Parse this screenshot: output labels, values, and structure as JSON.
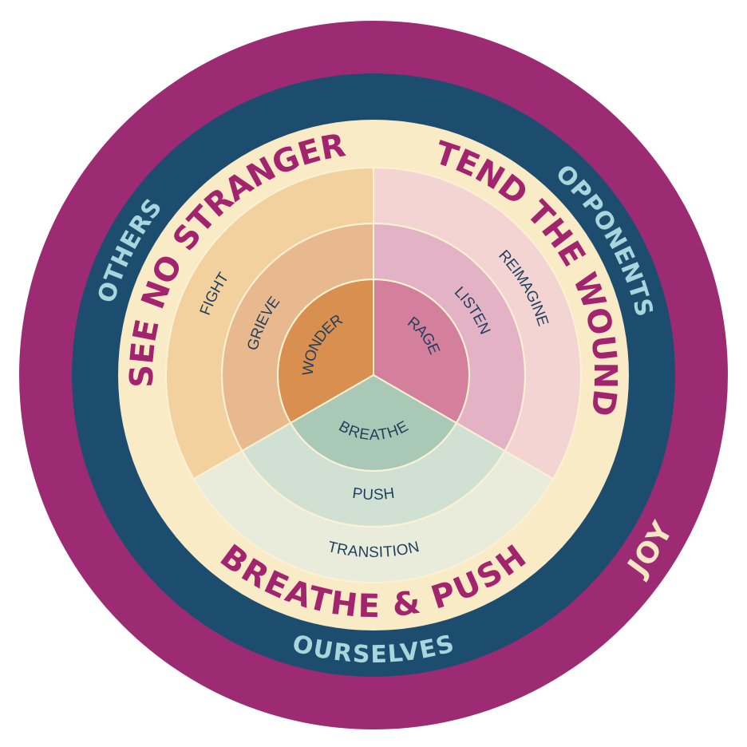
{
  "outer_ring": {
    "label": "JOY",
    "color": "#9c2b74",
    "text_color": "#f6e6c4"
  },
  "middle_ring": {
    "labels": {
      "others": "OTHERS",
      "opponents": "OPPONENTS",
      "ourselves": "OURSELVES"
    },
    "color": "#1c4d6e",
    "text_color": "#a9d5dc"
  },
  "inner_ring": {
    "labels": {
      "see": "SEE NO STRANGER",
      "tend": "TEND THE WOUND",
      "breathe": "BREATHE & PUSH"
    },
    "color": "#f8ebc6",
    "text_color": "#a3246e"
  },
  "sectors": {
    "see": {
      "outer": "FIGHT",
      "middle": "GRIEVE",
      "inner": "WONDER",
      "colors": [
        "#f3d19e",
        "#e8b98f",
        "#d98f50"
      ]
    },
    "tend": {
      "outer": "REIMAGINE",
      "middle": "LISTEN",
      "inner": "RAGE",
      "colors": [
        "#f3d4d2",
        "#e3b2c4",
        "#d4809c"
      ]
    },
    "breathe": {
      "outer": "TRANSITION",
      "middle": "PUSH",
      "inner": "BREATHE",
      "colors": [
        "#e9ecda",
        "#d0e1d3",
        "#a9c8b5"
      ]
    }
  },
  "sector_text_color": "#1f3f5c",
  "divider_color": "#fbf1d4"
}
